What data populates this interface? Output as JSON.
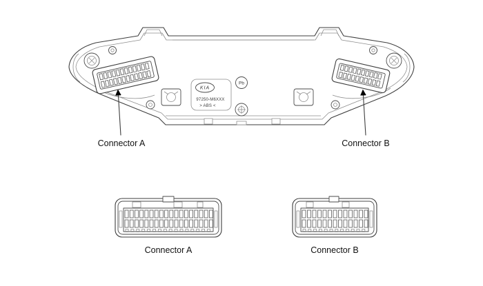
{
  "unit": {
    "logo": "KIA",
    "part_number": "97250-M6XXX",
    "material_marking": "> ABS <",
    "lead_free_marking": "Pb"
  },
  "callouts": {
    "connector_a": "Connector A",
    "connector_b": "Connector B"
  },
  "pinouts": {
    "connector_a": "Connector A",
    "connector_b": "Connector B"
  }
}
